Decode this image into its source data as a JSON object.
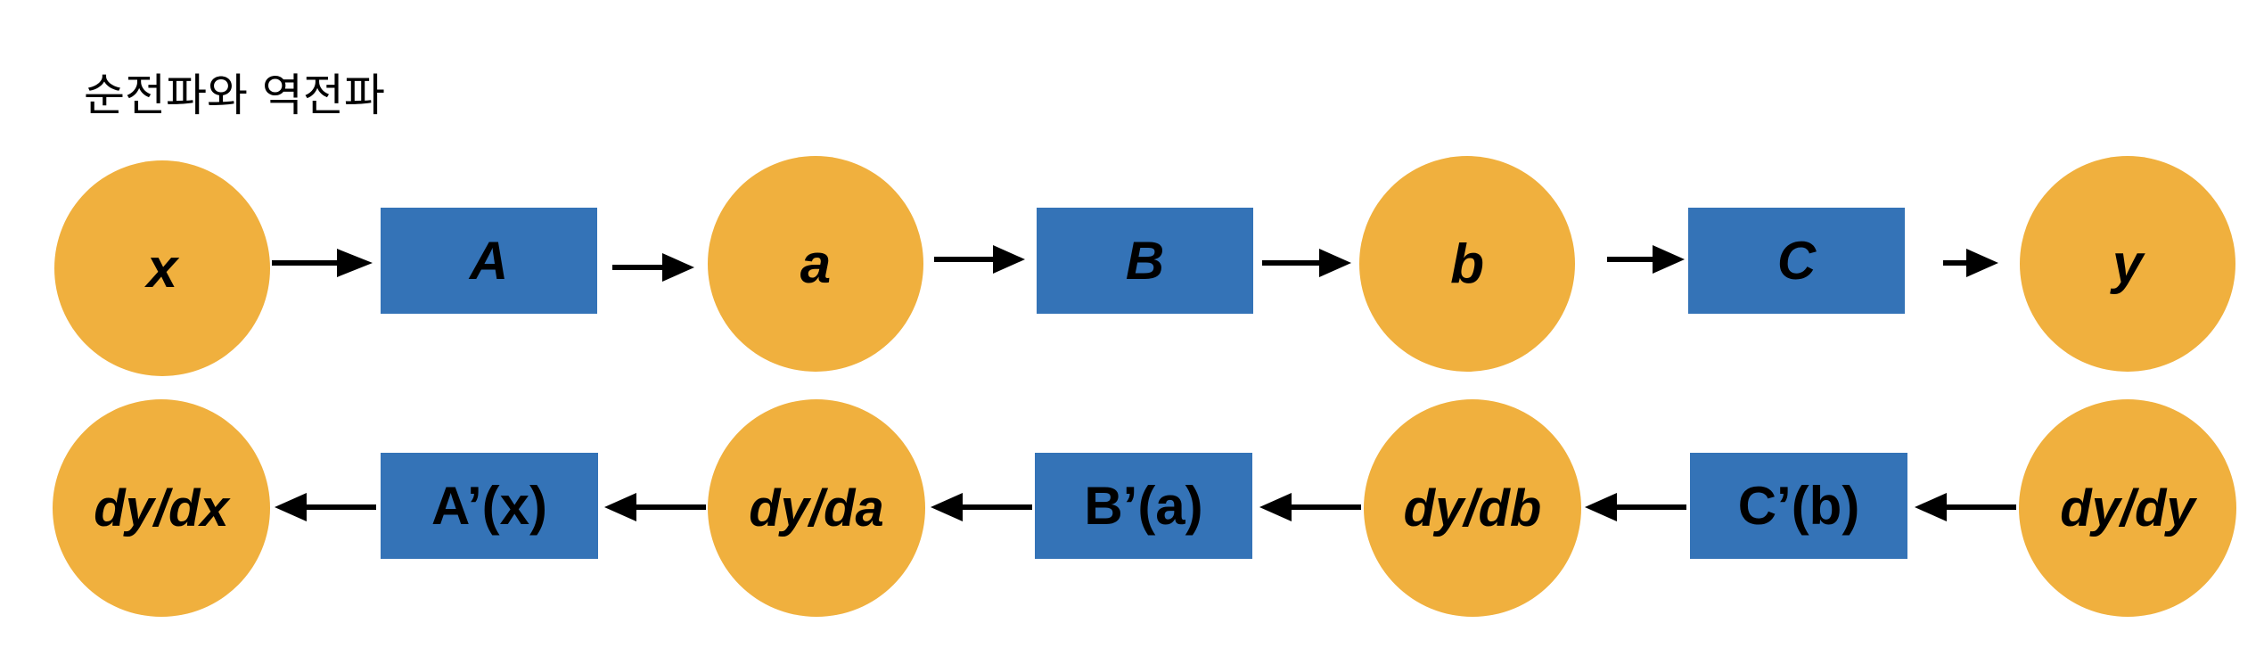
{
  "title": "순전파와 역전파",
  "colors": {
    "node_circle": "#F0B03E",
    "node_rect": "#3473B7",
    "arrow": "#000000",
    "text": "#000000",
    "background": "#FFFFFF"
  },
  "forward": {
    "nodes": [
      "x",
      "A",
      "a",
      "B",
      "b",
      "C",
      "y"
    ]
  },
  "backward": {
    "nodes": [
      "dy/dx",
      "A’(x)",
      "dy/da",
      "B’(a)",
      "dy/db",
      "C’(b)",
      "dy/dy"
    ]
  }
}
